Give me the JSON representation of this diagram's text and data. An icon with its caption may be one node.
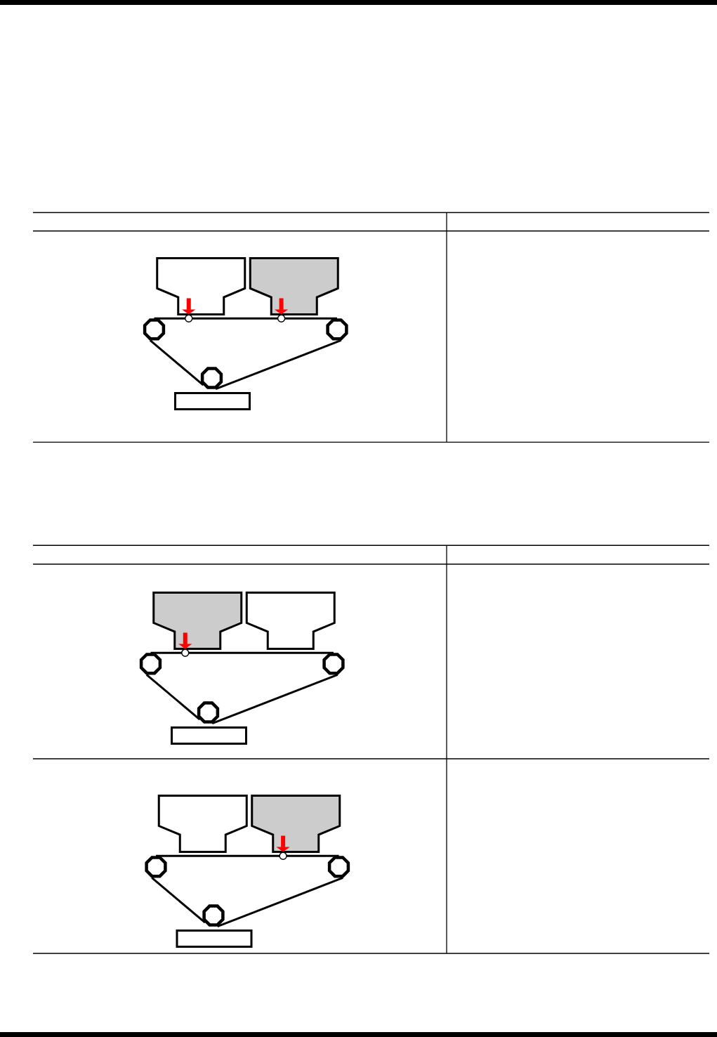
{
  "diagram": {
    "nodes": [
      {
        "text": [],
        "shape": "hopper"
      },
      {
        "text": [],
        "shape": "hopper"
      },
      {
        "text": [],
        "shape": "circle"
      },
      {
        "text": [],
        "shape": "circle"
      },
      {
        "text": [],
        "shape": "octagon"
      },
      {
        "text": [],
        "shape": "octagon"
      },
      {
        "text": [],
        "shape": "octagon"
      },
      {
        "text": [],
        "shape": "box"
      },
      {
        "text": [],
        "shape": "hopper"
      },
      {
        "text": [],
        "shape": "hopper"
      },
      {
        "text": [],
        "shape": "circle"
      },
      {
        "text": [],
        "shape": "octagon"
      },
      {
        "text": [],
        "shape": "octagon"
      },
      {
        "text": [],
        "shape": "octagon"
      },
      {
        "text": [],
        "shape": "box"
      },
      {
        "text": [],
        "shape": "hopper"
      },
      {
        "text": [],
        "shape": "hopper"
      },
      {
        "text": [],
        "shape": "circle"
      },
      {
        "text": [],
        "shape": "octagon"
      },
      {
        "text": [],
        "shape": "octagon"
      },
      {
        "text": [],
        "shape": "octagon"
      },
      {
        "text": [],
        "shape": "box"
      }
    ],
    "edges": [
      {
        "from": 0,
        "to": 2,
        "arrow": "to",
        "style": "thick",
        "color": "#ff0000"
      },
      {
        "from": 1,
        "to": 3,
        "arrow": "to",
        "style": "thick",
        "color": "#ff0000"
      },
      {
        "from": 4,
        "to": 5,
        "arrow": "none"
      },
      {
        "from": 4,
        "to": 6,
        "arrow": "none"
      },
      {
        "from": 6,
        "to": 5,
        "arrow": "none"
      },
      {
        "from": 8,
        "to": 10,
        "arrow": "to",
        "style": "thick",
        "color": "#ff0000"
      },
      {
        "from": 11,
        "to": 12,
        "arrow": "none"
      },
      {
        "from": 11,
        "to": 13,
        "arrow": "none"
      },
      {
        "from": 13,
        "to": 12,
        "arrow": "none"
      },
      {
        "from": 16,
        "to": 17,
        "arrow": "to",
        "style": "thick",
        "color": "#ff0000"
      },
      {
        "from": 18,
        "to": 19,
        "arrow": "none"
      },
      {
        "from": 18,
        "to": 20,
        "arrow": "none"
      },
      {
        "from": 20,
        "to": 19,
        "arrow": "none"
      }
    ]
  }
}
